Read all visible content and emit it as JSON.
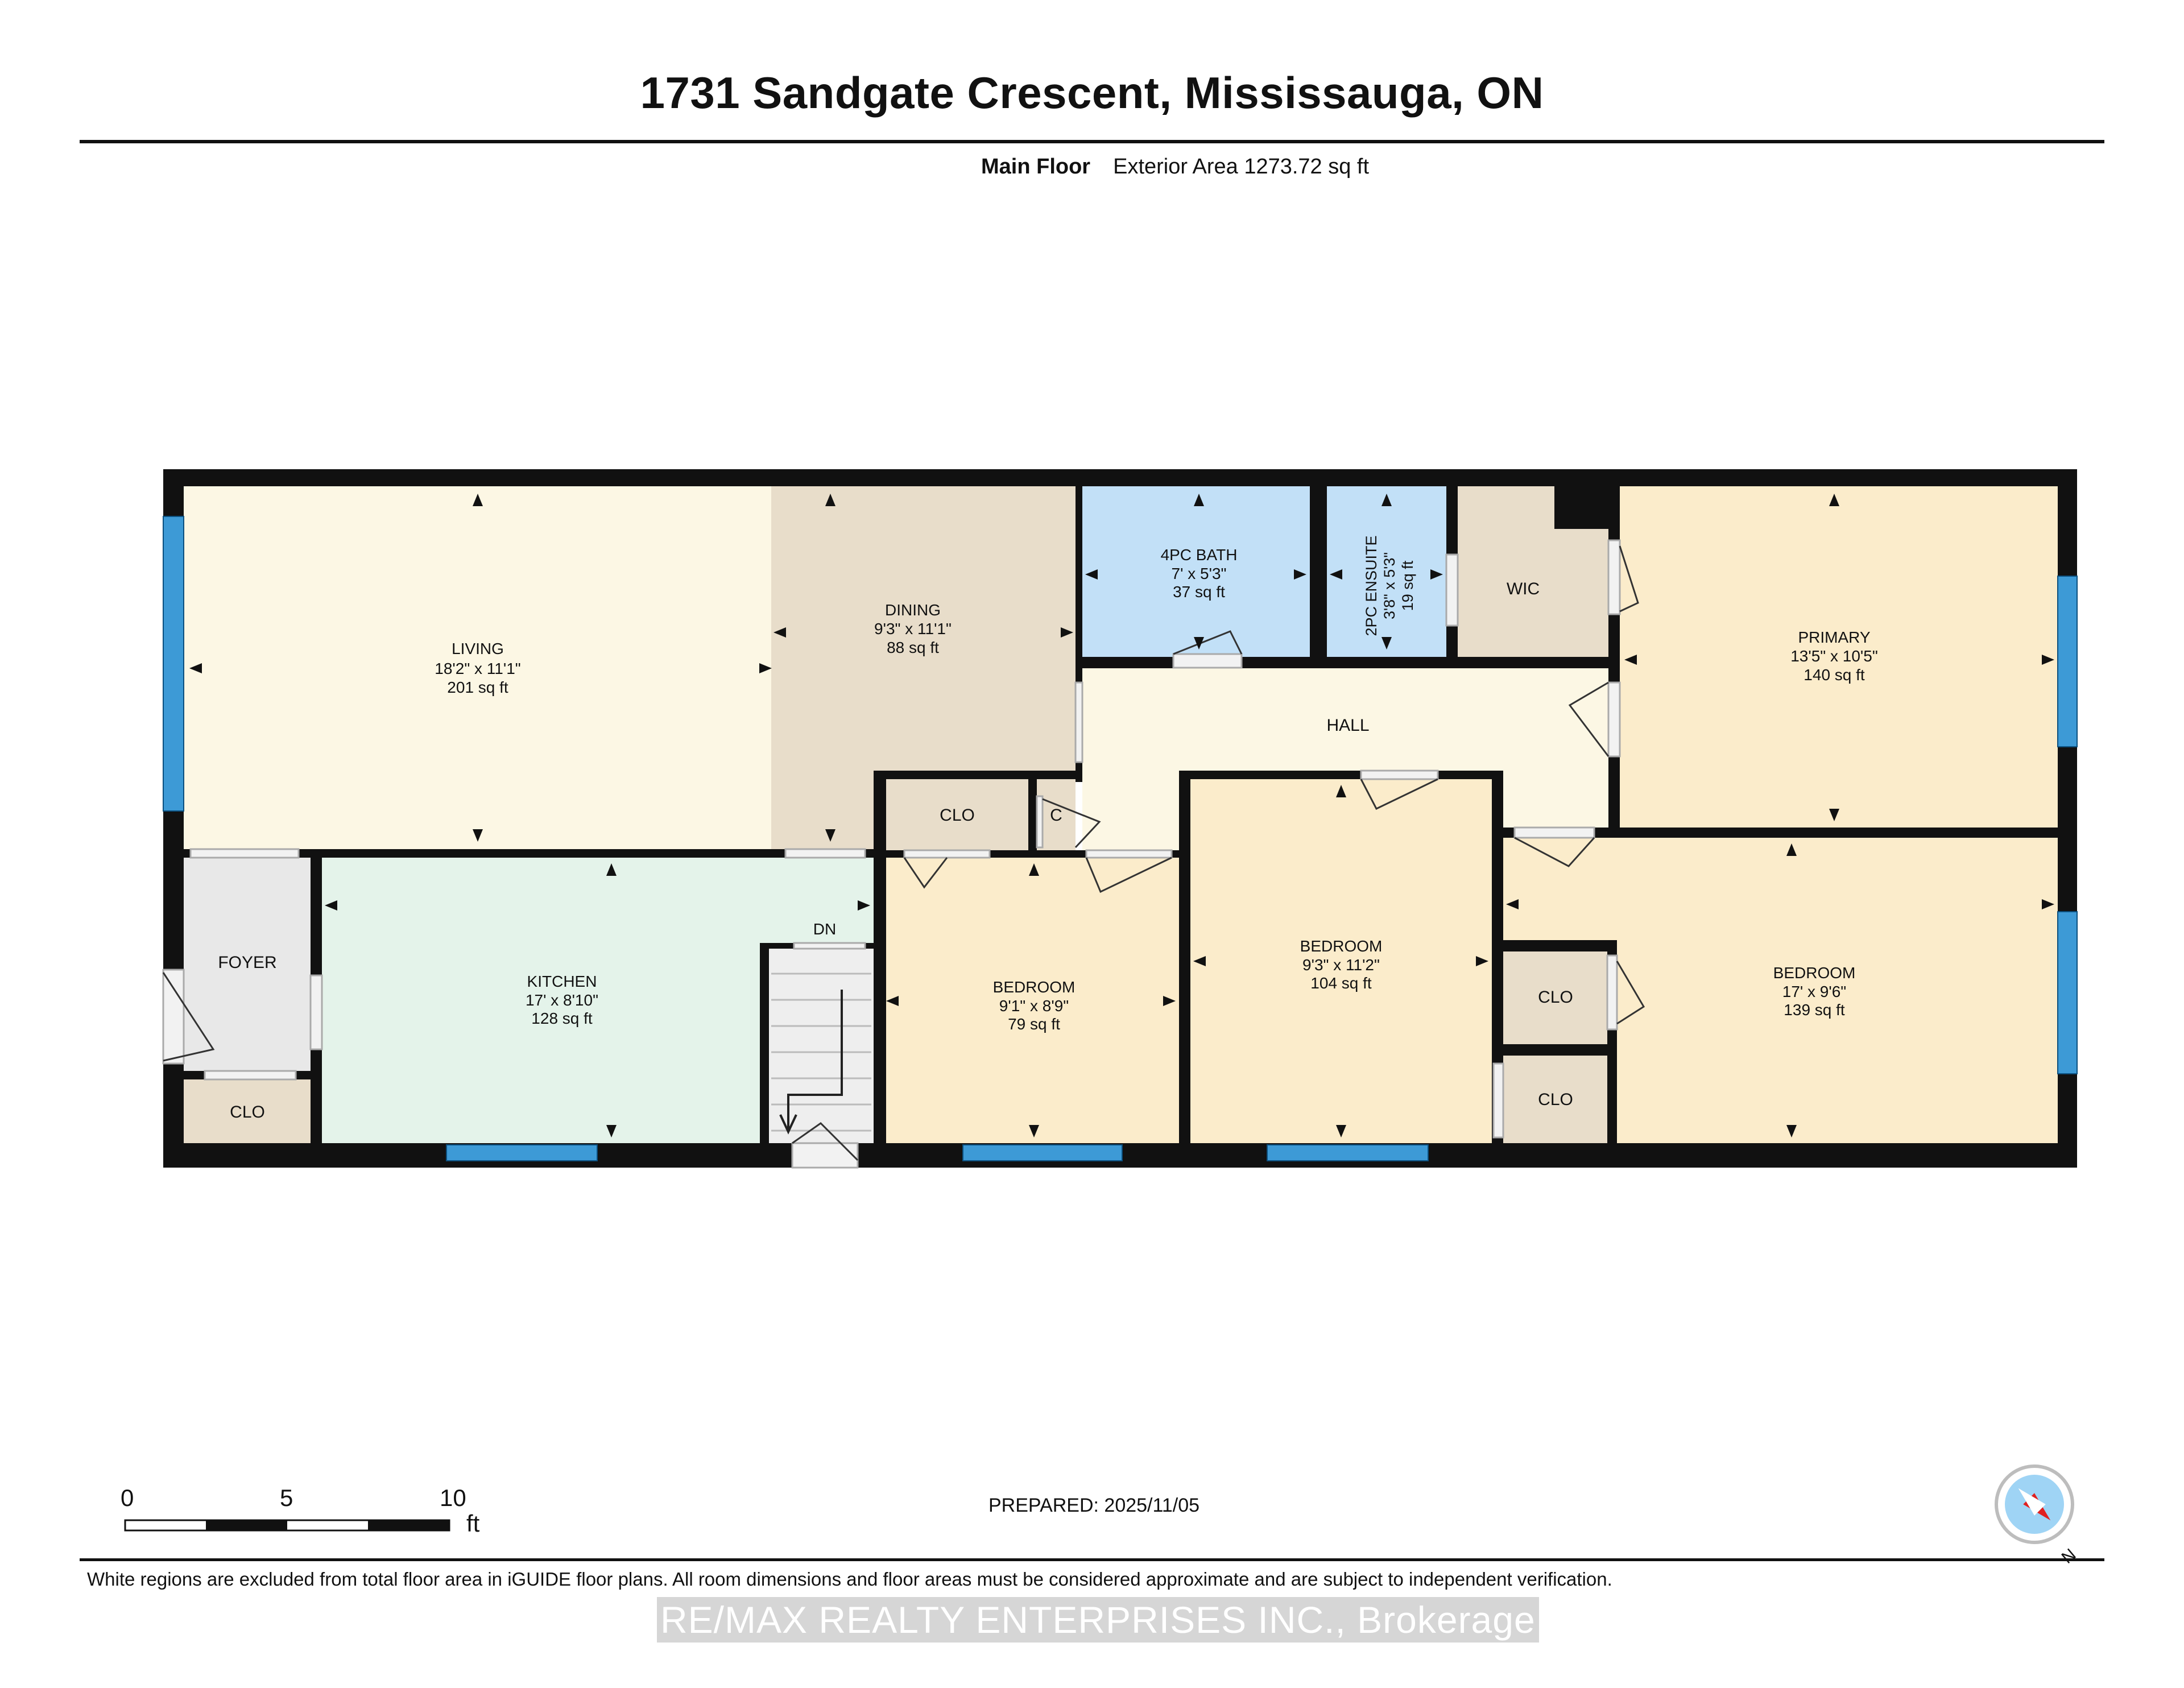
{
  "header": {
    "title": "1731 Sandgate Crescent, Mississauga, ON",
    "floor_label": "Main Floor",
    "exterior_area": "Exterior Area 1273.72 sq ft"
  },
  "rooms": {
    "living": {
      "name": "LIVING",
      "dims": "18'2\" x 11'1\"",
      "area": "201 sq ft"
    },
    "dining": {
      "name": "DINING",
      "dims": "9'3\" x 11'1\"",
      "area": "88 sq ft"
    },
    "bath4": {
      "name": "4PC BATH",
      "dims": "7' x 5'3\"",
      "area": "37 sq ft"
    },
    "ensuite": {
      "name": "2PC ENSUITE",
      "dims": "3'8\" x 5'3\"",
      "area": "19 sq ft"
    },
    "wic": {
      "name": "WIC"
    },
    "primary": {
      "name": "PRIMARY",
      "dims": "13'5\" x 10'5\"",
      "area": "140 sq ft"
    },
    "hall": {
      "name": "HALL"
    },
    "clo_mid": {
      "name": "CLO"
    },
    "c_small": {
      "name": "C"
    },
    "foyer": {
      "name": "FOYER"
    },
    "clo_foyer": {
      "name": "CLO"
    },
    "kitchen": {
      "name": "KITCHEN",
      "dims": "17' x 8'10\"",
      "area": "128 sq ft"
    },
    "stairs": {
      "name": "DN"
    },
    "bedroom1": {
      "name": "BEDROOM",
      "dims": "9'1\" x 8'9\"",
      "area": "79 sq ft"
    },
    "bedroom2": {
      "name": "BEDROOM",
      "dims": "9'3\" x 11'2\"",
      "area": "104 sq ft"
    },
    "bedroom3": {
      "name": "BEDROOM",
      "dims": "17' x 9'6\"",
      "area": "139 sq ft"
    },
    "clo_b3a": {
      "name": "CLO"
    },
    "clo_b3b": {
      "name": "CLO"
    }
  },
  "colors": {
    "living": "#fcf7e4",
    "dining": "#e8ddca",
    "bath": "#c2e0f7",
    "wic": "#e8ddca",
    "primary": "#fbeccb",
    "hall": "#fcf7e4",
    "closet": "#e8ddca",
    "foyer": "#e8e8e8",
    "kitchen": "#e4f3ea",
    "stairs": "#eeeeee",
    "bedroom": "#fbeccb",
    "wall": "#111111",
    "window": "#3d9ad6"
  },
  "scale": {
    "ticks": [
      "0",
      "5",
      "10"
    ],
    "unit": "ft"
  },
  "footer": {
    "prepared": "PREPARED: 2025/11/05",
    "disclaimer": "White regions are excluded from total floor area in iGUIDE floor plans. All room dimensions and floor areas must be considered approximate and are subject to independent verification.",
    "watermark": "RE/MAX REALTY ENTERPRISES INC., Brokerage",
    "compass_label": "N"
  }
}
